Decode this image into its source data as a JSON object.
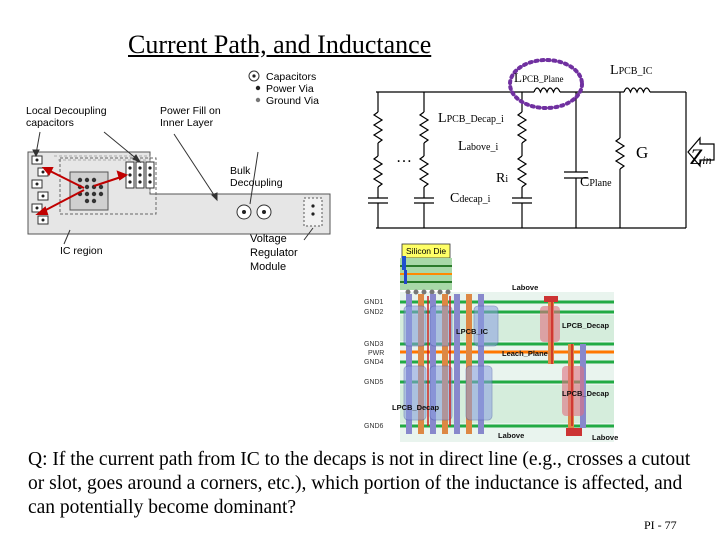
{
  "slide": {
    "title": "Current Path, and Inductance",
    "question": "Q:  If the current path from IC to the decaps is not in direct line (e.g., crosses a cutout or slot, goes around a corners, etc.), which portion of the inductance is affected, and can potentially become dominant?",
    "page_number": "PI - 77"
  },
  "board_diagram": {
    "legend": [
      "Capacitors",
      "Power Via",
      "Ground Via"
    ],
    "label_local_decoupling": [
      "Local Decoupling",
      "capacitors"
    ],
    "label_power_fill": [
      "Power Fill on",
      "Inner Layer"
    ],
    "label_bulk": [
      "Bulk",
      "Decoupling"
    ],
    "label_ic_region": "IC region",
    "label_vrm": [
      "Voltage",
      "Regulator",
      "Module"
    ]
  },
  "circuit": {
    "l_pcb_plane": [
      "L",
      "PCB_Plane"
    ],
    "l_pcb_ic": [
      "L",
      "PCB_IC"
    ],
    "l_pcb_decap": [
      "L",
      "PCB_Decap_i"
    ],
    "l_above": [
      "L",
      "above_i"
    ],
    "r_i": [
      "R",
      "i"
    ],
    "c_plane": [
      "C",
      "Plane"
    ],
    "c_decap": [
      "C",
      "decap_i"
    ],
    "ellipsis": "…",
    "g": "G",
    "z_in": [
      "Z",
      "in"
    ]
  },
  "stackup": {
    "die_label": "Silicon Die",
    "layers": [
      "GND1",
      "GND2",
      "GND3",
      "PWR",
      "GND4",
      "GND5",
      "GND6"
    ],
    "l_above_top": "Labove",
    "l_pcb_ic": "LPCB_IC",
    "l_pcb_decap_right_top": "LPCB_Decap",
    "l_each_plane": "Leach_Plane",
    "l_pcb_decap_right_bottom": "LPCB_Decap",
    "l_pcb_decap_left": "LPCB_Decap",
    "l_above_bottom": "Labove",
    "l_above_bottom_right": "Labove"
  }
}
